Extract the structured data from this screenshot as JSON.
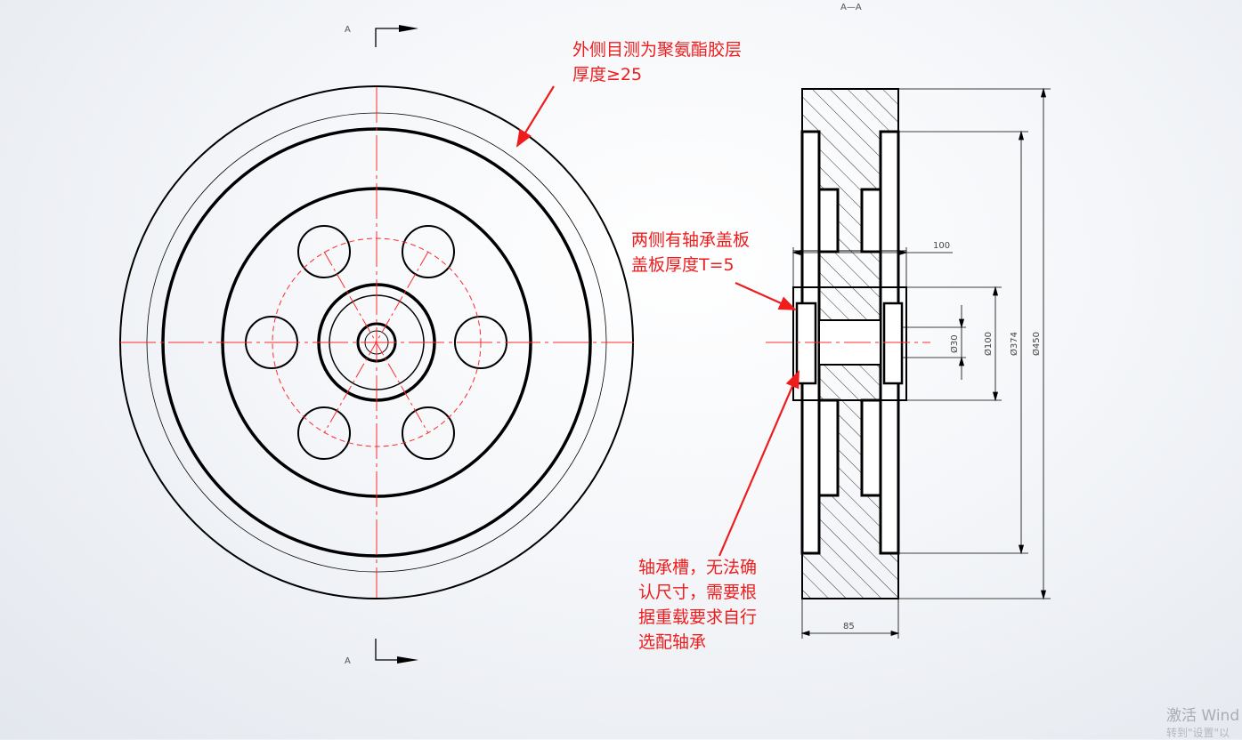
{
  "section_labels": {
    "top_marker": "A",
    "bottom_marker": "A",
    "view_title": "A—A"
  },
  "dimensions": {
    "width_top": "100",
    "width_bottom": "85",
    "d30": "Ø30",
    "d100": "Ø100",
    "d374": "Ø374",
    "d450": "Ø450"
  },
  "annotations": {
    "polyurethane_line1": "外侧目测为聚氨酯胶层",
    "polyurethane_line2": "厚度≥25",
    "cover_line1": "两侧有轴承盖板",
    "cover_line2": "盖板厚度T=5",
    "bearing_line1": "轴承槽，无法确",
    "bearing_line2": "认尺寸，需要根",
    "bearing_line3": "据重载要求自行",
    "bearing_line4": "选配轴承"
  },
  "watermark": {
    "line1": "激活 Wind",
    "line2": "转到\"设置\"以"
  },
  "colors": {
    "annotation_red": "#ee1c1c",
    "centerline_red": "#ff2a2a",
    "outline": "#000000"
  }
}
